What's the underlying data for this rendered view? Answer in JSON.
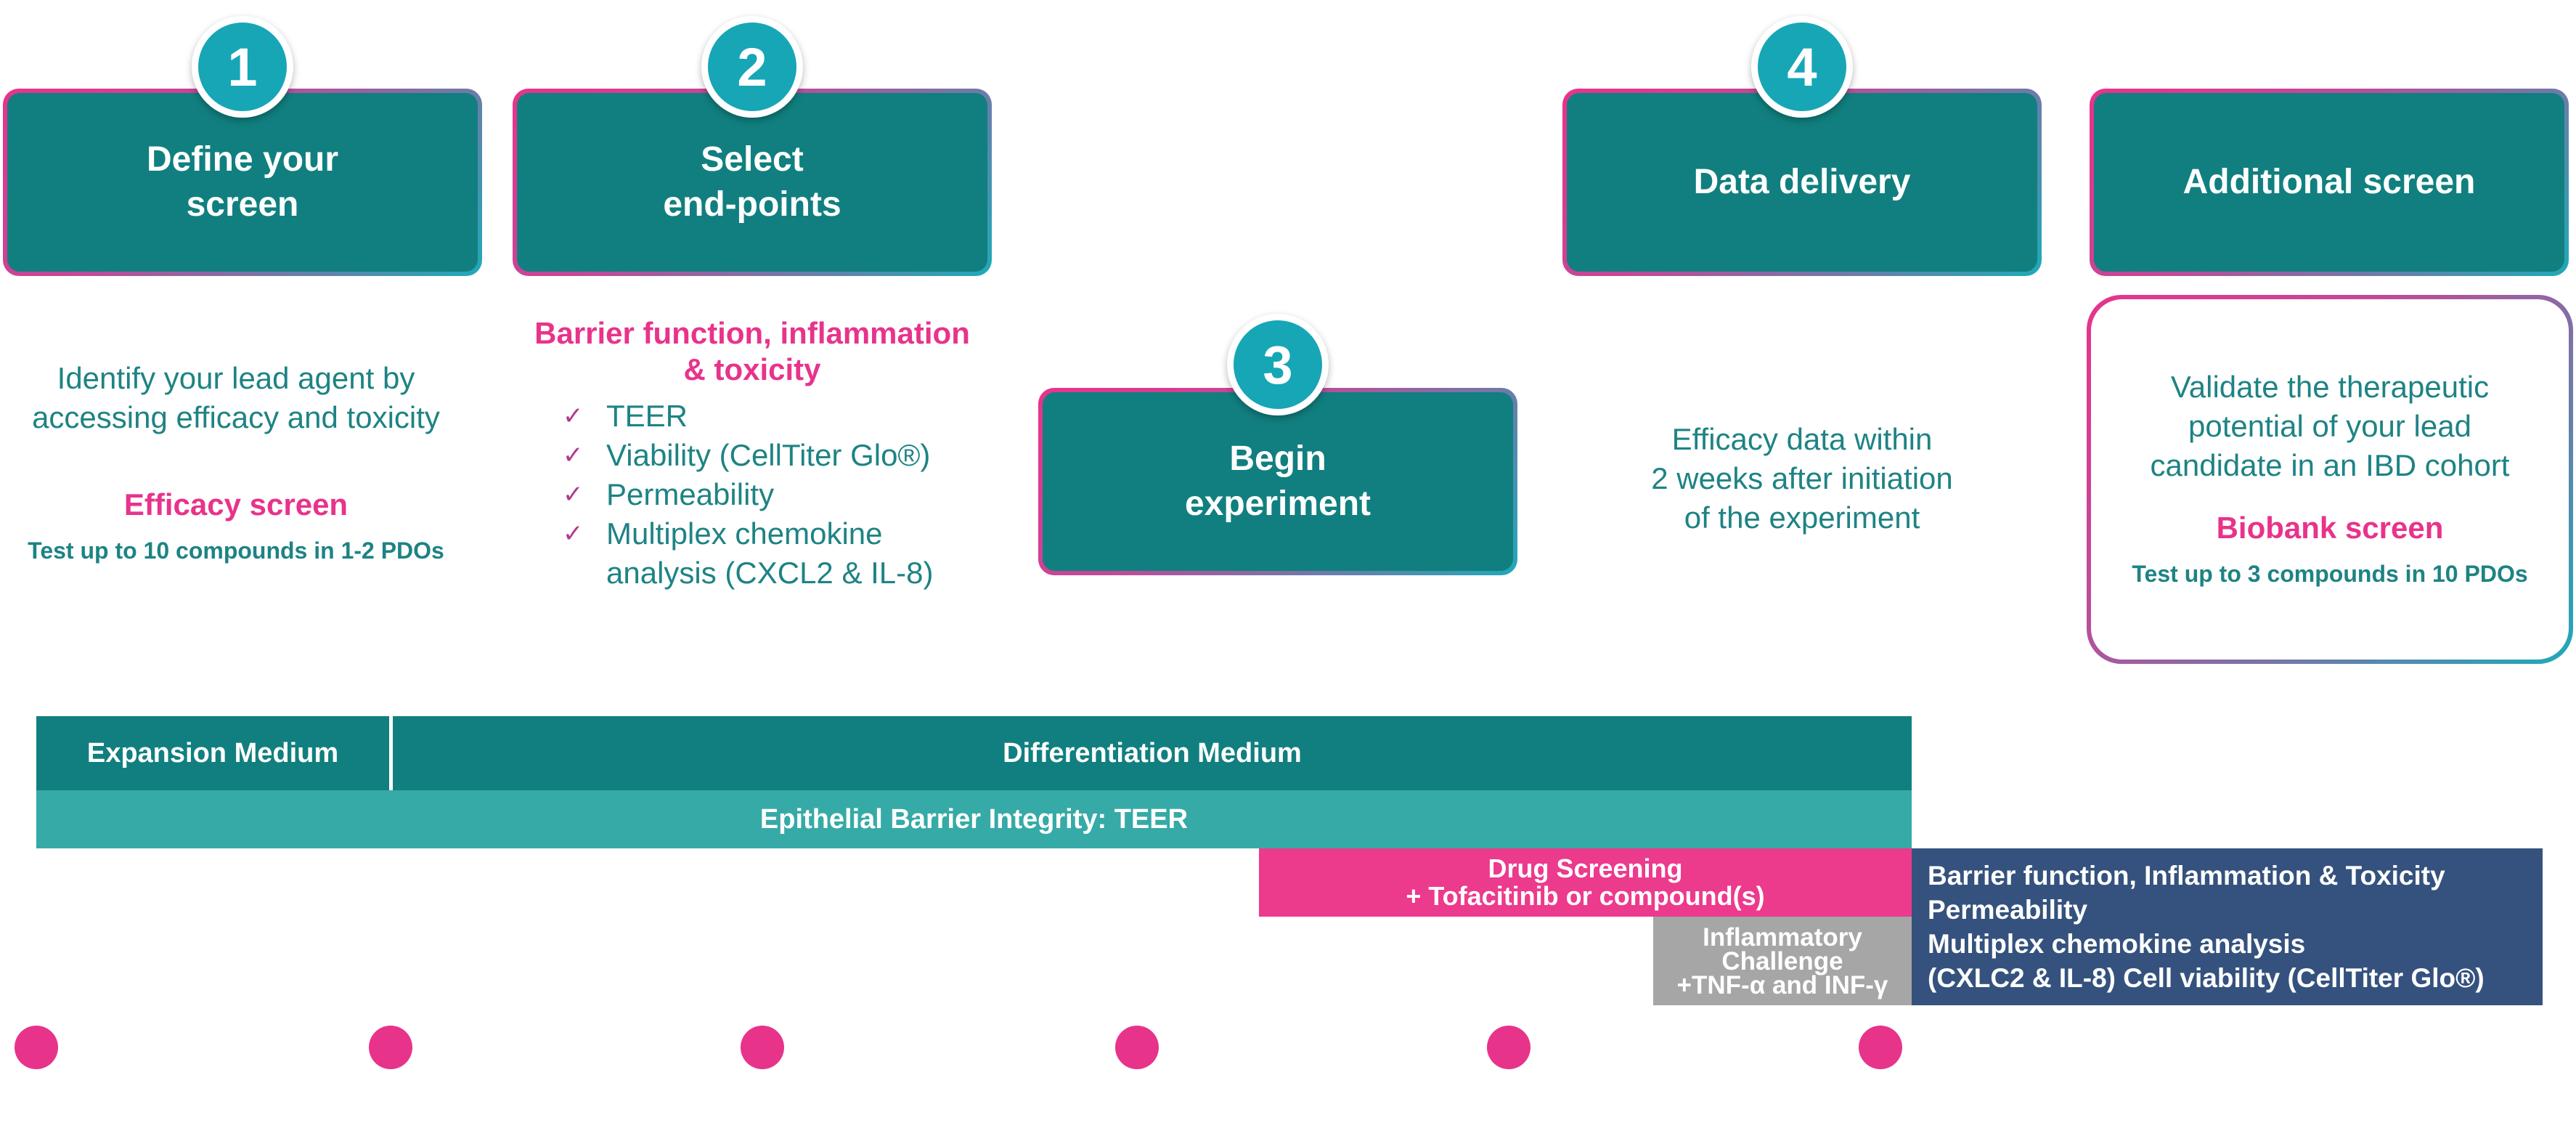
{
  "steps": [
    {
      "number": "1",
      "title": "Define your\nscreen"
    },
    {
      "number": "2",
      "title": "Select\nend-points"
    },
    {
      "number": "3",
      "title": "Begin\nexperiment"
    },
    {
      "number": "4",
      "title": "Data delivery"
    }
  ],
  "additional": {
    "title": "Additional screen"
  },
  "step1": {
    "description": "Identify your lead agent by\naccessing efficacy and toxicity",
    "highlight": "Efficacy screen",
    "detail": "Test up to 10 compounds in 1-2 PDOs"
  },
  "step2": {
    "highlight": "Barrier function, inflammation\n& toxicity",
    "endpoints": [
      "TEER",
      "Viability (CellTiter Glo®)",
      "Permeability",
      "Multiplex chemokine\nanalysis (CXCL2 & IL-8)"
    ]
  },
  "step4": {
    "description": "Efficacy data within\n2 weeks after initiation\nof the experiment"
  },
  "additional_panel": {
    "description": "Validate the therapeutic\npotential of your lead\ncandidate in an IBD cohort",
    "highlight": "Biobank screen",
    "detail": "Test up to 3 compounds in 10 PDOs"
  },
  "timeline": {
    "expansion": "Expansion Medium",
    "differentiation": "Differentiation Medium",
    "teer": "Epithelial Barrier Integrity: TEER",
    "drug_line1": "Drug Screening",
    "drug_line2": "+ Tofacitinib or compound(s)",
    "inflam_line1": "Inflammatory",
    "inflam_line2": "Challenge",
    "inflam_line3": "+TNF-α and INF-γ",
    "readout_line1": "Barrier function, Inflammation & Toxicity",
    "readout_line2": "Permeability",
    "readout_line3": "Multiplex chemokine analysis",
    "readout_line4": "(CXLC2 & IL-8) Cell viability (CellTiter Glo®)"
  },
  "colors": {
    "teal_dark": "#117f7f",
    "teal_light": "#36aaa6",
    "pink": "#e8338b",
    "gray": "#a6a6a6",
    "navy": "#35527e",
    "circle": "#17a6b6"
  },
  "icons": {
    "check": "check-icon"
  }
}
